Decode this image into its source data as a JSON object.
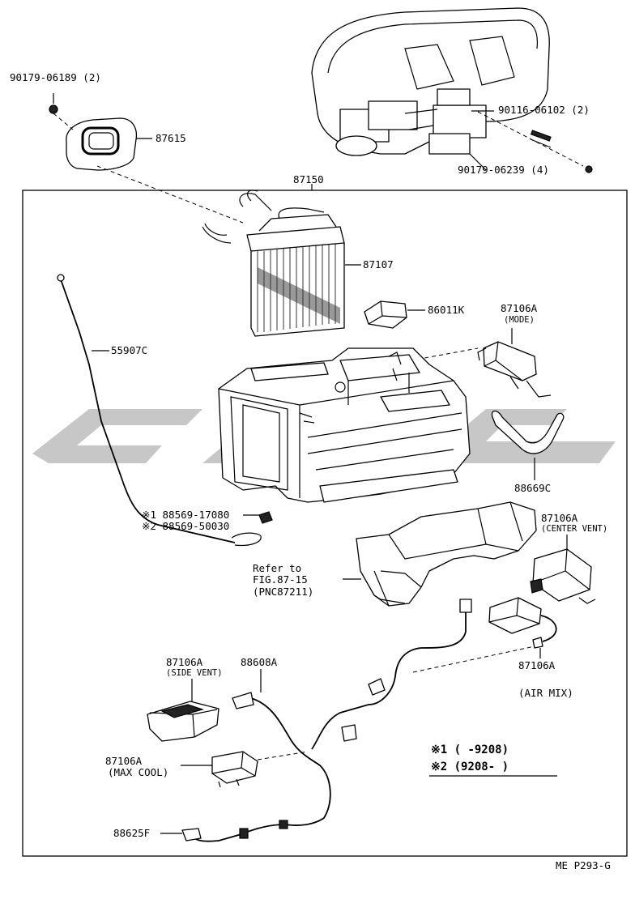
{
  "labels": {
    "p90179_06189": "90179-06189 (2)",
    "p87615": "87615",
    "p90116_06102": "90116-06102 (2)",
    "p90179_06239": "90179-06239 (4)",
    "p87150": "87150",
    "p87107": "87107",
    "p86011k": "86011K",
    "p87106a_mode": "87106A",
    "mode": "(MODE)",
    "p55907c": "55907C",
    "p88669c": "88669C",
    "star1_part": "※1 88569-17080",
    "star2_part": "※2 88569-50030",
    "p87106a_center": "87106A",
    "center_vent": "(CENTER VENT)",
    "refer_to": "Refer to",
    "fig_ref": "FIG.87-15",
    "pnc_ref": "(PNC87211)",
    "p87106a_side": "87106A",
    "side_vent": "(SIDE VENT)",
    "p88608a": "88608A",
    "p87106a_air": "87106A",
    "air_mix": "(AIR MIX)",
    "p87106a_max": "87106A",
    "max_cool": "(MAX COOL)",
    "p88625f": "88625F",
    "legend1": "※1 (      -9208)",
    "legend2": "※2 (9208-      )",
    "page_code": "ME P293-G"
  }
}
